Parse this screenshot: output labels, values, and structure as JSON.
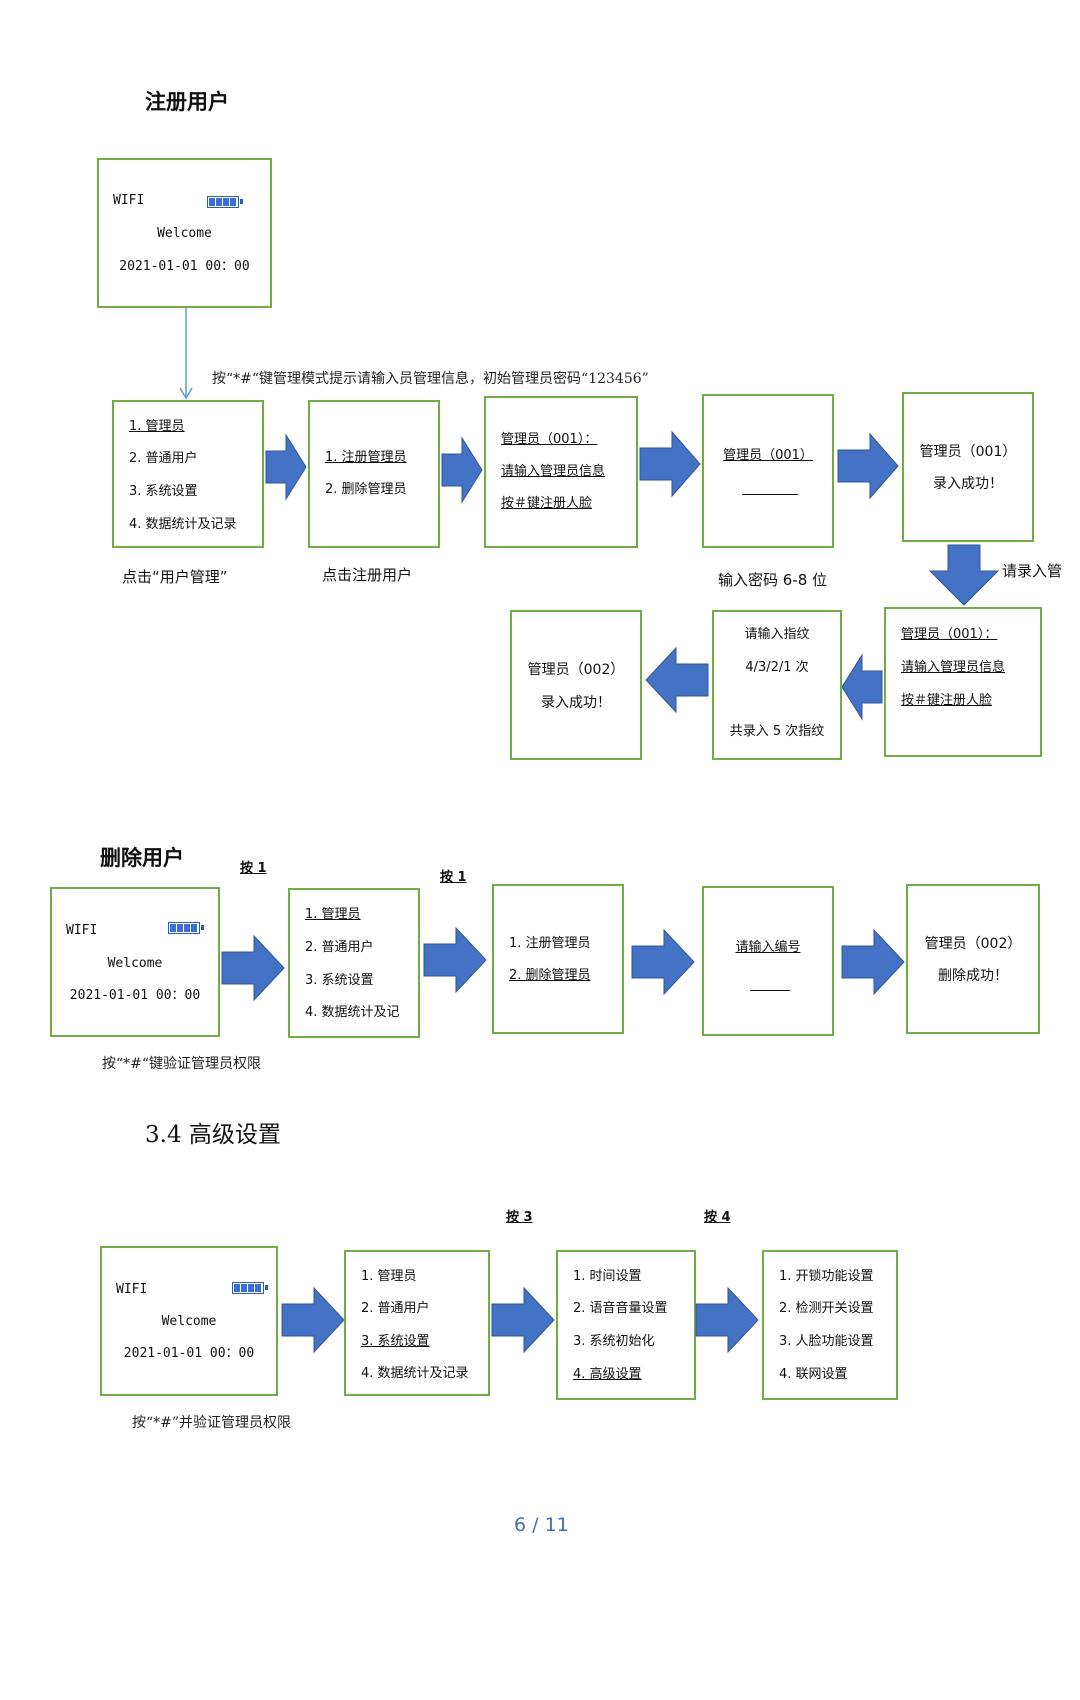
{
  "register": {
    "heading": "注册用户",
    "welcome": {
      "wifi": "WIFI",
      "welcome": "Welcome",
      "datetime": "2021-01-01 00：00"
    },
    "note": "按“*#“键管理模式提示请输入员管理信息，初始管理员密码“123456”",
    "menu": [
      "1. 管理员",
      "2. 普通用户",
      "3. 系统设置",
      "4. 数据统计及记录"
    ],
    "caption_menu": "点击“用户管理”",
    "sub": [
      "1. 注册管理员",
      "2. 删除管理员"
    ],
    "caption_sub": "点击注册用户",
    "prompt": [
      "管理员（001）：",
      "请输入管理员信息",
      "按＃键注册人脸"
    ],
    "pw_label": "管理员（001）",
    "caption_pw": "输入密码 6-8 位",
    "success1": [
      "管理员（001）",
      "录入成功！"
    ],
    "side_caption": "请录入管",
    "prompt2": [
      "管理员（001）：",
      "请输入管理员信息",
      "按＃键注册人脸"
    ],
    "finger": [
      "请输入指纹",
      "4/3/2/1 次",
      "共录入 5 次指纹"
    ],
    "success2": [
      "管理员（002）",
      "录入成功！"
    ]
  },
  "delete": {
    "heading": "删除用户",
    "press_a": "按 1",
    "press_b": "按 1",
    "welcome": {
      "wifi": "WIFI",
      "welcome": "Welcome",
      "datetime": "2021-01-01 00：00"
    },
    "menu": [
      "1. 管理员",
      "2. 普通用户",
      "3. 系统设置",
      "4. 数据统计及记"
    ],
    "sub": [
      "1. 注册管理员",
      "2. 删除管理员"
    ],
    "input_label": "请输入编号",
    "result": [
      "管理员（002）",
      "删除成功！"
    ],
    "note": "按“*#“键验证管理员权限"
  },
  "advanced": {
    "heading": "3.4  高级设置",
    "press_a": "按 3",
    "press_b": "按 4",
    "welcome": {
      "wifi": "WIFI",
      "welcome": "Welcome",
      "datetime": "2021-01-01 00：00"
    },
    "menu": [
      "1. 管理员",
      "2. 普通用户",
      "3. 系统设置",
      "4. 数据统计及记录"
    ],
    "system": [
      "1. 时间设置",
      "2. 语音音量设置",
      "3. 系统初始化",
      "4. 高级设置"
    ],
    "advanced_menu": [
      "1. 开锁功能设置",
      "2. 检测开关设置",
      "3. 人脸功能设置",
      "4. 联网设置"
    ],
    "note": "按“*#”并验证管理员权限"
  },
  "page_number": "6 / 11",
  "colors": {
    "box_border": "#70ad47",
    "arrow_fill": "#4472c4",
    "arrow_stroke": "#2f5597",
    "connector": "#5b9bd5",
    "page_number": "#4a6fb0"
  }
}
